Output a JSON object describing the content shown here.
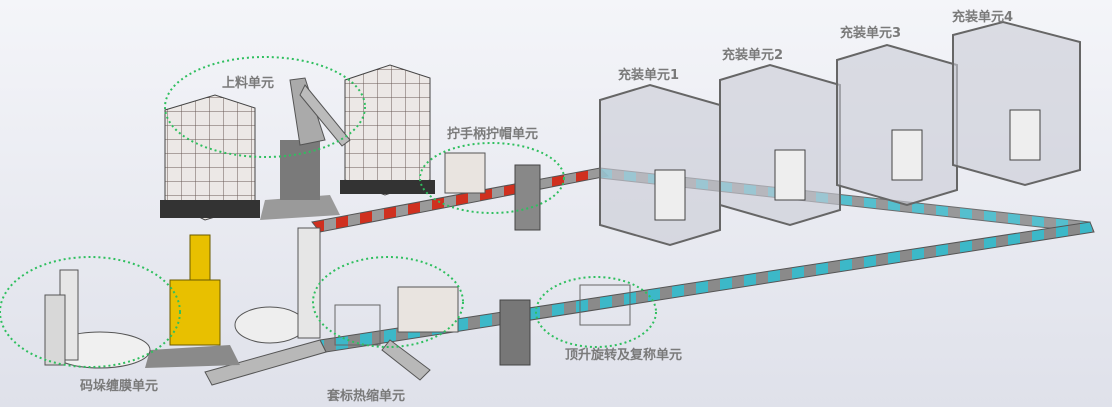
{
  "title": "生产线布局",
  "units": {
    "loading": "上料单元",
    "capping": "拧手柄拧帽单元",
    "filling1": "充装单元1",
    "filling2": "充装单元2",
    "filling3": "充装单元3",
    "filling4": "充装单元4",
    "palletizing": "码垛缠膜单元",
    "labeling": "套标热缩单元",
    "lifting": "顶升旋转及复称单元"
  },
  "colors": {
    "conveyor_red": "#d0301f",
    "conveyor_cyan": "#3cb8c8",
    "robot_yellow": "#e8c000",
    "ellipse_green": "#2fbf5f",
    "label_gray": "#7a7a7a"
  }
}
